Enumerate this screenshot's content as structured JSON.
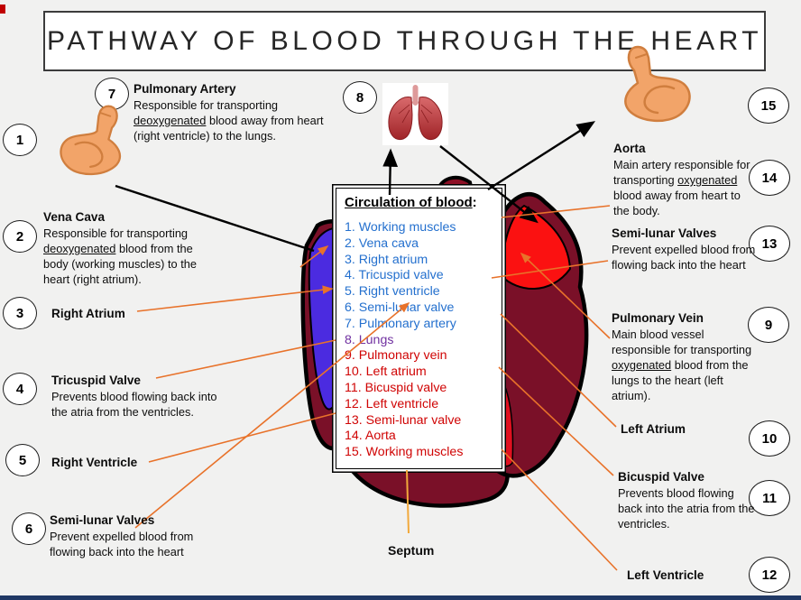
{
  "page_title": "PATHWAY OF BLOOD THROUGH THE HEART",
  "circulation_box": {
    "title": "Circulation of blood",
    "colon": ":",
    "items": [
      {
        "n": "1.",
        "label": "Working muscles",
        "color": "blue"
      },
      {
        "n": "2.",
        "label": "Vena cava",
        "color": "blue"
      },
      {
        "n": "3.",
        "label": "Right atrium",
        "color": "blue"
      },
      {
        "n": "4.",
        "label": "Tricuspid valve",
        "color": "blue"
      },
      {
        "n": "5.",
        "label": "Right ventricle",
        "color": "blue"
      },
      {
        "n": "6.",
        "label": "Semi-lunar valve",
        "color": "blue"
      },
      {
        "n": "7.",
        "label": "Pulmonary artery",
        "color": "blue"
      },
      {
        "n": "8.",
        "label": "Lungs",
        "color": "purple"
      },
      {
        "n": "9.",
        "label": "Pulmonary vein",
        "color": "red"
      },
      {
        "n": "10.",
        "label": "Left atrium",
        "color": "red"
      },
      {
        "n": "11.",
        "label": "Bicuspid valve",
        "color": "red"
      },
      {
        "n": "12.",
        "label": "Left ventricle",
        "color": "red"
      },
      {
        "n": "13.",
        "label": "Semi-lunar valve",
        "color": "red"
      },
      {
        "n": "14.",
        "label": "Aorta",
        "color": "red"
      },
      {
        "n": "15.",
        "label": "Working muscles",
        "color": "red"
      }
    ]
  },
  "step_markers": [
    "1",
    "2",
    "3",
    "4",
    "5",
    "6",
    "7",
    "8",
    "9",
    "10",
    "11",
    "12",
    "13",
    "14",
    "15"
  ],
  "labels": {
    "pulmonary_artery": {
      "title": "Pulmonary Artery",
      "body_pre": "Responsible for transporting ",
      "body_u": "deoxygenated",
      "body_post": " blood away from heart (right ventricle) to the lungs."
    },
    "vena_cava": {
      "title": "Vena Cava",
      "body_pre": "Responsible for transporting ",
      "body_u": "deoxygenated",
      "body_post": " blood from the body (working muscles) to the heart (right atrium)."
    },
    "right_atrium": {
      "title": "Right Atrium"
    },
    "tricuspid_valve": {
      "title": "Tricuspid Valve",
      "body_pre": "Prevents blood flowing back into the atria from the ventricles."
    },
    "right_ventricle": {
      "title": "Right Ventricle"
    },
    "semilunar_valves_left": {
      "title": "Semi-lunar Valves",
      "body_pre": "Prevent expelled blood from flowing back into the heart"
    },
    "aorta": {
      "title": "Aorta",
      "body_pre": "Main artery responsible for transporting ",
      "body_u": "oxygenated",
      "body_post": " blood away from heart to the body."
    },
    "semilunar_valves_right": {
      "title": "Semi-lunar Valves",
      "body_pre": "Prevent expelled blood from flowing back into the heart"
    },
    "pulmonary_vein": {
      "title": "Pulmonary Vein",
      "body_pre": "Main blood vessel responsible for transporting ",
      "body_u": "oxygenated",
      "body_post": " blood from the lungs to the heart (left atrium)."
    },
    "left_atrium": {
      "title": "Left Atrium"
    },
    "bicuspid_valve": {
      "title": "Bicuspid Valve",
      "body_pre": "Prevents blood flowing back into the atria from the ventricles."
    },
    "left_ventricle": {
      "title": "Left Ventricle"
    },
    "septum": {
      "title": "Septum"
    }
  },
  "icons": {
    "left_muscle": "flexed-biceps",
    "right_muscle": "flexed-biceps",
    "lungs": "lungs"
  },
  "colors": {
    "list_blue": "#2470CE",
    "list_purple": "#7030A0",
    "list_red": "#D00404",
    "leader_line_orange": "#E8722A",
    "septum_line_yellow": "#F2A93B",
    "heart_maroon": "#7A1028",
    "heart_blue": "#4B2BE0",
    "heart_red": "#FB1111",
    "bottom_bar_navy": "#203864"
  }
}
